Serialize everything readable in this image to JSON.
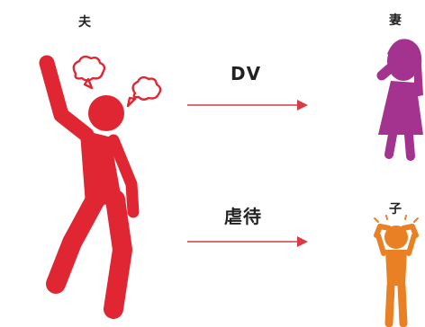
{
  "labels": {
    "husband": "夫",
    "wife": "妻",
    "child": "子"
  },
  "arrows": {
    "dv": "DV",
    "abuse": "虐待"
  },
  "colors": {
    "husband": "#e02632",
    "wife": "#a3338f",
    "child": "#e98024",
    "arrow": "#d93a45"
  },
  "icons": {
    "husband": "angry-man-icon",
    "wife": "crying-woman-icon",
    "child": "frightened-child-icon"
  }
}
